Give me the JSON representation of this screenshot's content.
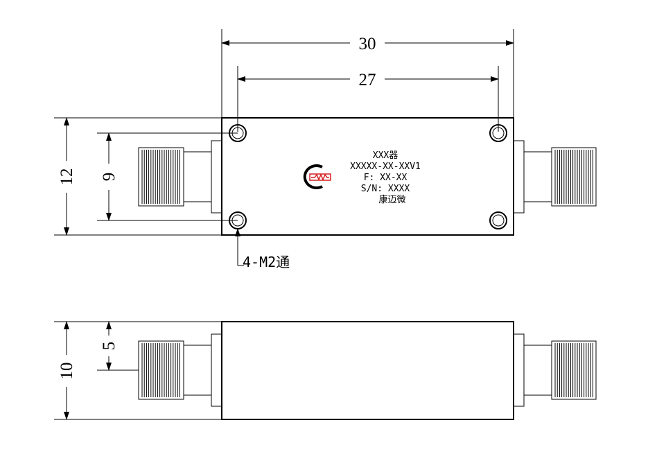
{
  "dimensions": {
    "overall_length": "30",
    "hole_spacing_x": "27",
    "body_height": "12",
    "hole_spacing_y": "9",
    "body_thickness": "10",
    "connector_center": "5"
  },
  "hole_note": "4-M2通",
  "nameplate": {
    "line1": "XXX器",
    "line2": "XXXXX-XX-XXV1",
    "line3": "F: XX-XX",
    "line4": "S/N: XXXX",
    "line5": "康迈微"
  },
  "logo": {
    "name": "company-logo",
    "accent": "#d42020",
    "primary": "#000000"
  }
}
